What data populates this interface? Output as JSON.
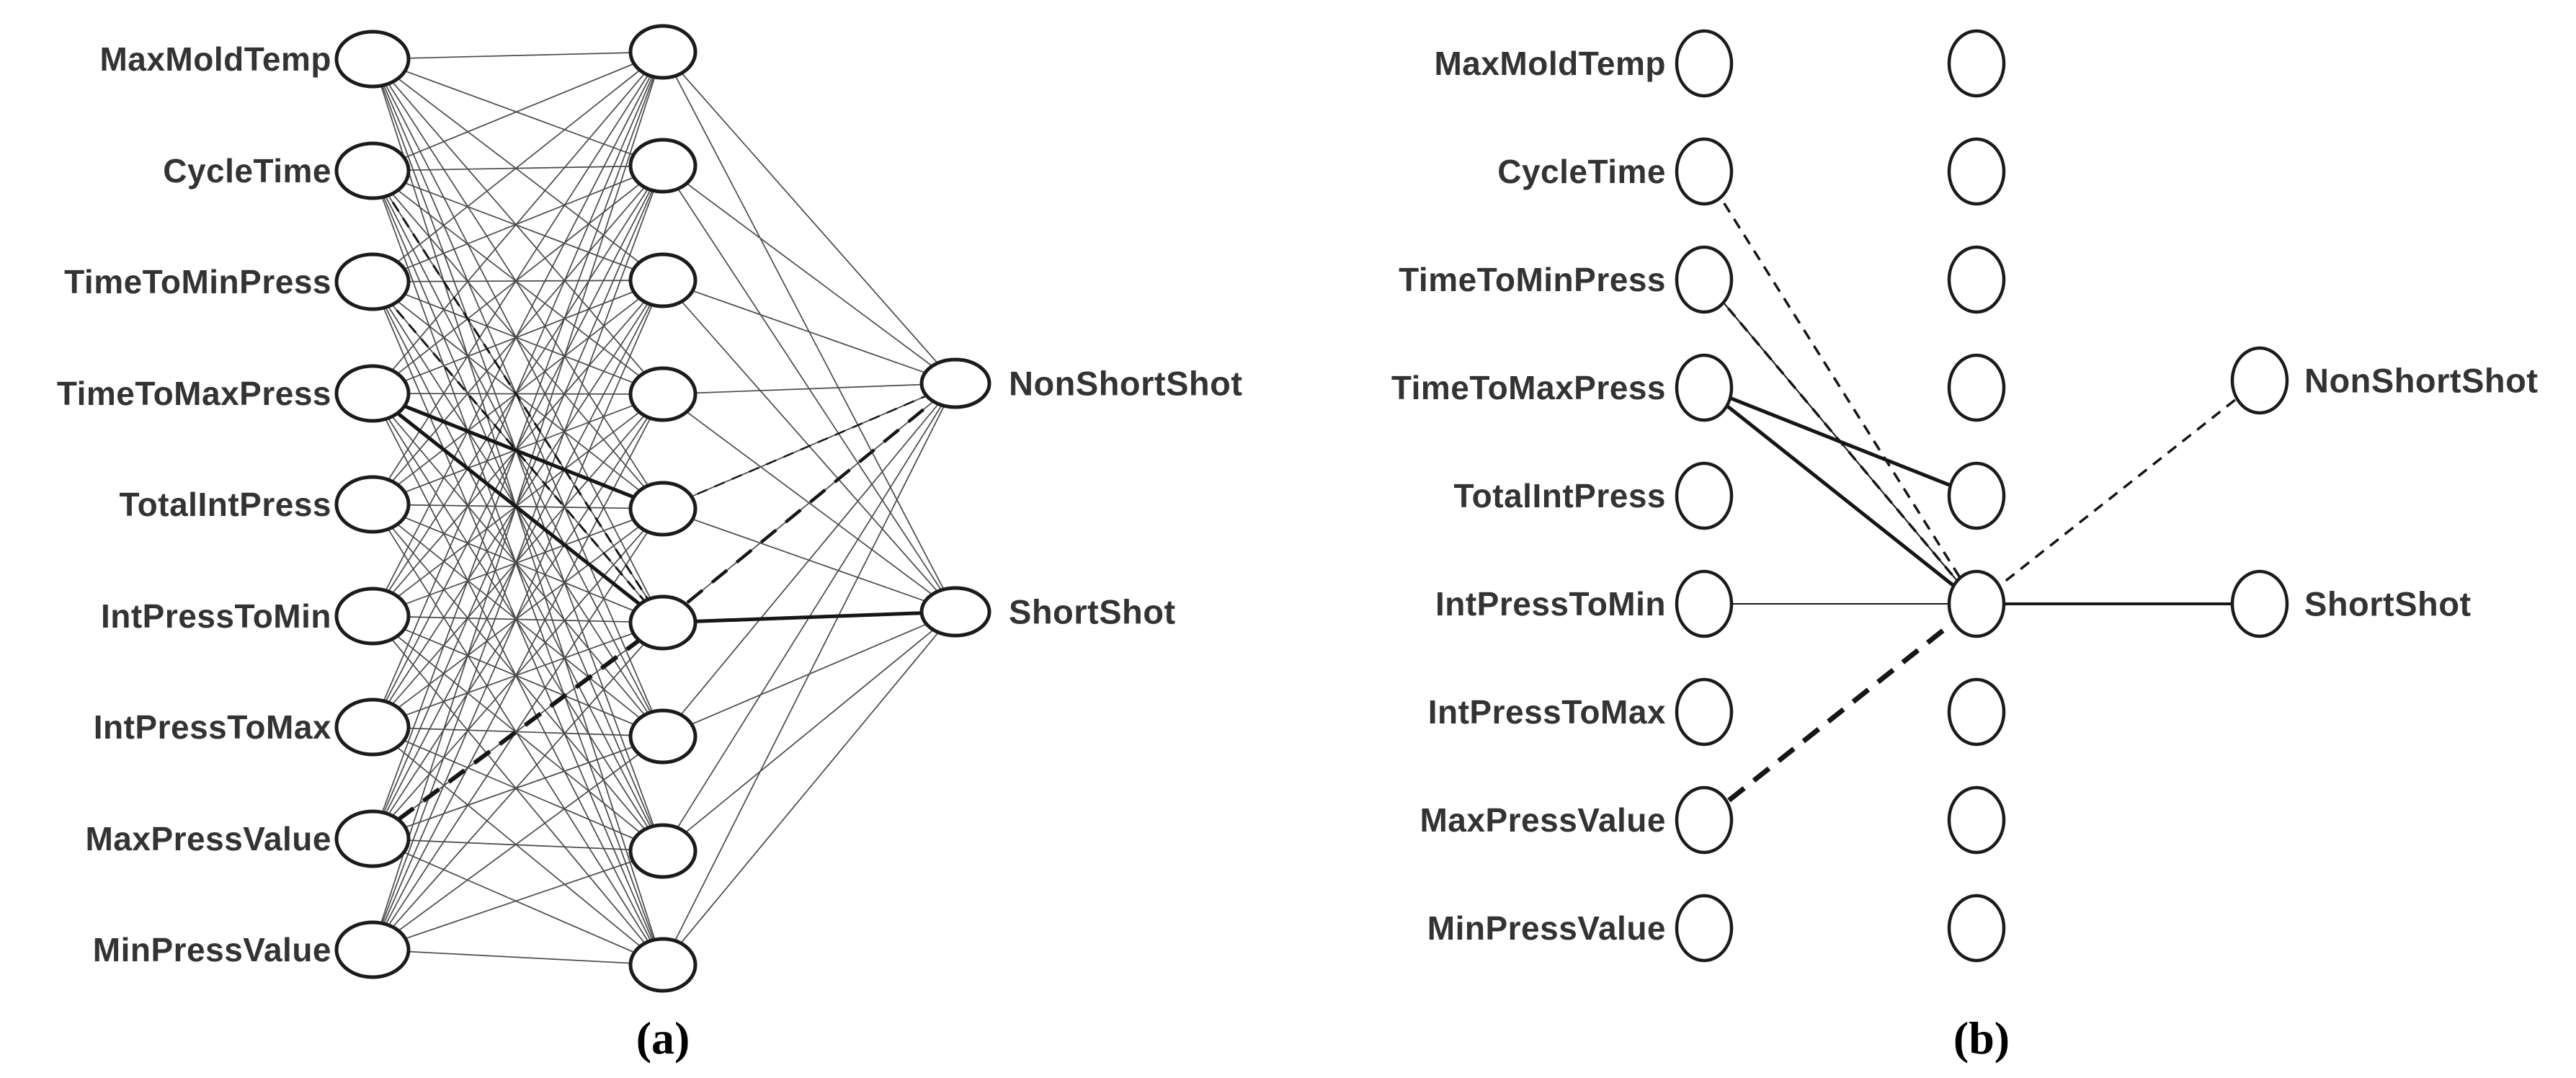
{
  "figure": {
    "colors": {
      "background": "#ffffff",
      "node_stroke": "#1b1b1b",
      "mesh_edge": "#4a4a4a",
      "strong_edge": "#161616",
      "label_text": "#333333",
      "caption_text": "#000000"
    },
    "panels": [
      {
        "caption": "(a)",
        "network": "fully-connected",
        "inputs": [
          "MaxMoldTemp",
          "CycleTime",
          "TimeToMinPress",
          "TimeToMaxPress",
          "TotalIntPress",
          "IntPressToMin",
          "IntPressToMax",
          "MaxPressValue",
          "MinPressValue"
        ],
        "hidden_count": 9,
        "outputs": [
          "NonShortShot",
          "ShortShot"
        ],
        "fully_connected": true,
        "emphasized_edges": [
          {
            "from": "input.1",
            "to": "hidden.5",
            "style": "dashed",
            "width": 3
          },
          {
            "from": "input.2",
            "to": "hidden.5",
            "style": "dashed",
            "width": 3
          },
          {
            "from": "input.3",
            "to": "hidden.4",
            "style": "solid",
            "width": 5
          },
          {
            "from": "input.3",
            "to": "hidden.5",
            "style": "solid",
            "width": 5
          },
          {
            "from": "input.7",
            "to": "hidden.5",
            "style": "dashed-bold",
            "width": 6
          },
          {
            "from": "hidden.4",
            "to": "output.0",
            "style": "dashed",
            "width": 2.5
          },
          {
            "from": "hidden.5",
            "to": "output.0",
            "style": "dashed-bold",
            "width": 4.5
          },
          {
            "from": "hidden.5",
            "to": "output.1",
            "style": "solid",
            "width": 5
          }
        ]
      },
      {
        "caption": "(b)",
        "network": "pruned",
        "inputs": [
          "MaxMoldTemp",
          "CycleTime",
          "TimeToMinPress",
          "TimeToMaxPress",
          "TotalIntPress",
          "IntPressToMin",
          "IntPressToMax",
          "MaxPressValue",
          "MinPressValue"
        ],
        "hidden_count": 9,
        "outputs": [
          "NonShortShot",
          "ShortShot"
        ],
        "fully_connected": false,
        "edges": [
          {
            "from": "input.1",
            "to": "hidden.5",
            "style": "dashed",
            "width": 3.5
          },
          {
            "from": "input.2",
            "to": "hidden.5",
            "style": "dashed",
            "width": 3.5
          },
          {
            "from": "input.2",
            "to": "hidden.5",
            "style": "solid",
            "width": 2
          },
          {
            "from": "input.3",
            "to": "hidden.4",
            "style": "solid",
            "width": 5
          },
          {
            "from": "input.3",
            "to": "hidden.5",
            "style": "solid",
            "width": 5
          },
          {
            "from": "input.5",
            "to": "hidden.5",
            "style": "solid",
            "width": 2
          },
          {
            "from": "input.7",
            "to": "hidden.5",
            "style": "dashed-bold",
            "width": 7
          },
          {
            "from": "hidden.5",
            "to": "output.0",
            "style": "dashed",
            "width": 3.5
          },
          {
            "from": "hidden.5",
            "to": "output.1",
            "style": "solid",
            "width": 4
          }
        ]
      }
    ]
  }
}
